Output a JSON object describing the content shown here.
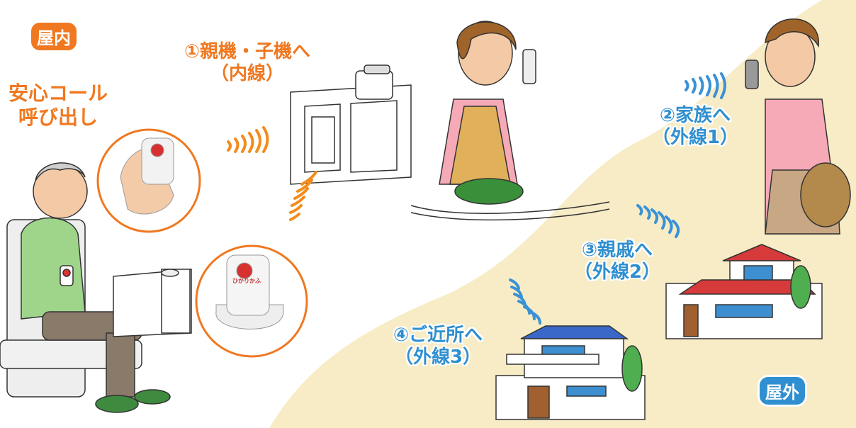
{
  "badges": {
    "indoor": {
      "label": "屋内",
      "color": "#f07820"
    },
    "outdoor": {
      "label": "屋外",
      "color": "#2f8fd0"
    }
  },
  "call_caption": {
    "line1": "安心コール",
    "line2": "呼び出し"
  },
  "routes": [
    {
      "number": "①",
      "target": "親機・子機へ",
      "line": "（内線）"
    },
    {
      "number": "②",
      "target": "家族へ",
      "line": "（外線1）"
    },
    {
      "number": "③",
      "target": "親戚へ",
      "line": "（外線2）"
    },
    {
      "number": "④",
      "target": "ご近所へ",
      "line": "（外線3）"
    }
  ],
  "pendant_text": "ひかりかふ"
}
